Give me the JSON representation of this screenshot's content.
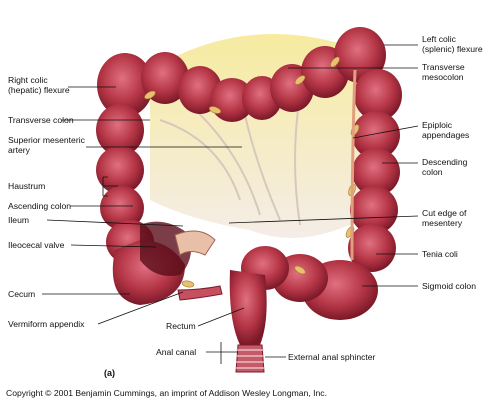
{
  "labels": {
    "right_colic_flexure": "Right colic\n(hepatic) flexure",
    "transverse_colon": "Transverse colon",
    "superior_mesenteric_artery": "Superior mesenteric\nartery",
    "haustrum": "Haustrum",
    "ascending_colon": "Ascending colon",
    "ileum": "Ileum",
    "ileocecal_valve": "Ileocecal valve",
    "cecum": "Cecum",
    "vermiform_appendix": "Vermiform appendix",
    "left_colic_flexure": "Left colic\n(splenic) flexure",
    "transverse_mesocolon": "Transverse\nmesocolon",
    "epiploic_appendages": "Epiploic\nappendages",
    "descending_colon": "Descending\ncolon",
    "cut_edge_mesentery": "Cut edge of\nmesentery",
    "tenia_coli": "Tenia coli",
    "sigmoid_colon": "Sigmoid colon",
    "rectum": "Rectum",
    "anal_canal": "Anal canal",
    "external_anal_sphincter": "External anal sphincter"
  },
  "panel_letter": "(a)",
  "copyright": "Copyright © 2001 Benjamin Cummings, an imprint of Addison Wesley Longman, Inc.",
  "colors": {
    "colon_fill": "#b83a4a",
    "colon_dark": "#7d1a2a",
    "colon_light": "#d86070",
    "fat_yellow": "#e8c070",
    "mesentery": "#efe4dc",
    "mesocolon_yellow": "#f3e07a"
  }
}
